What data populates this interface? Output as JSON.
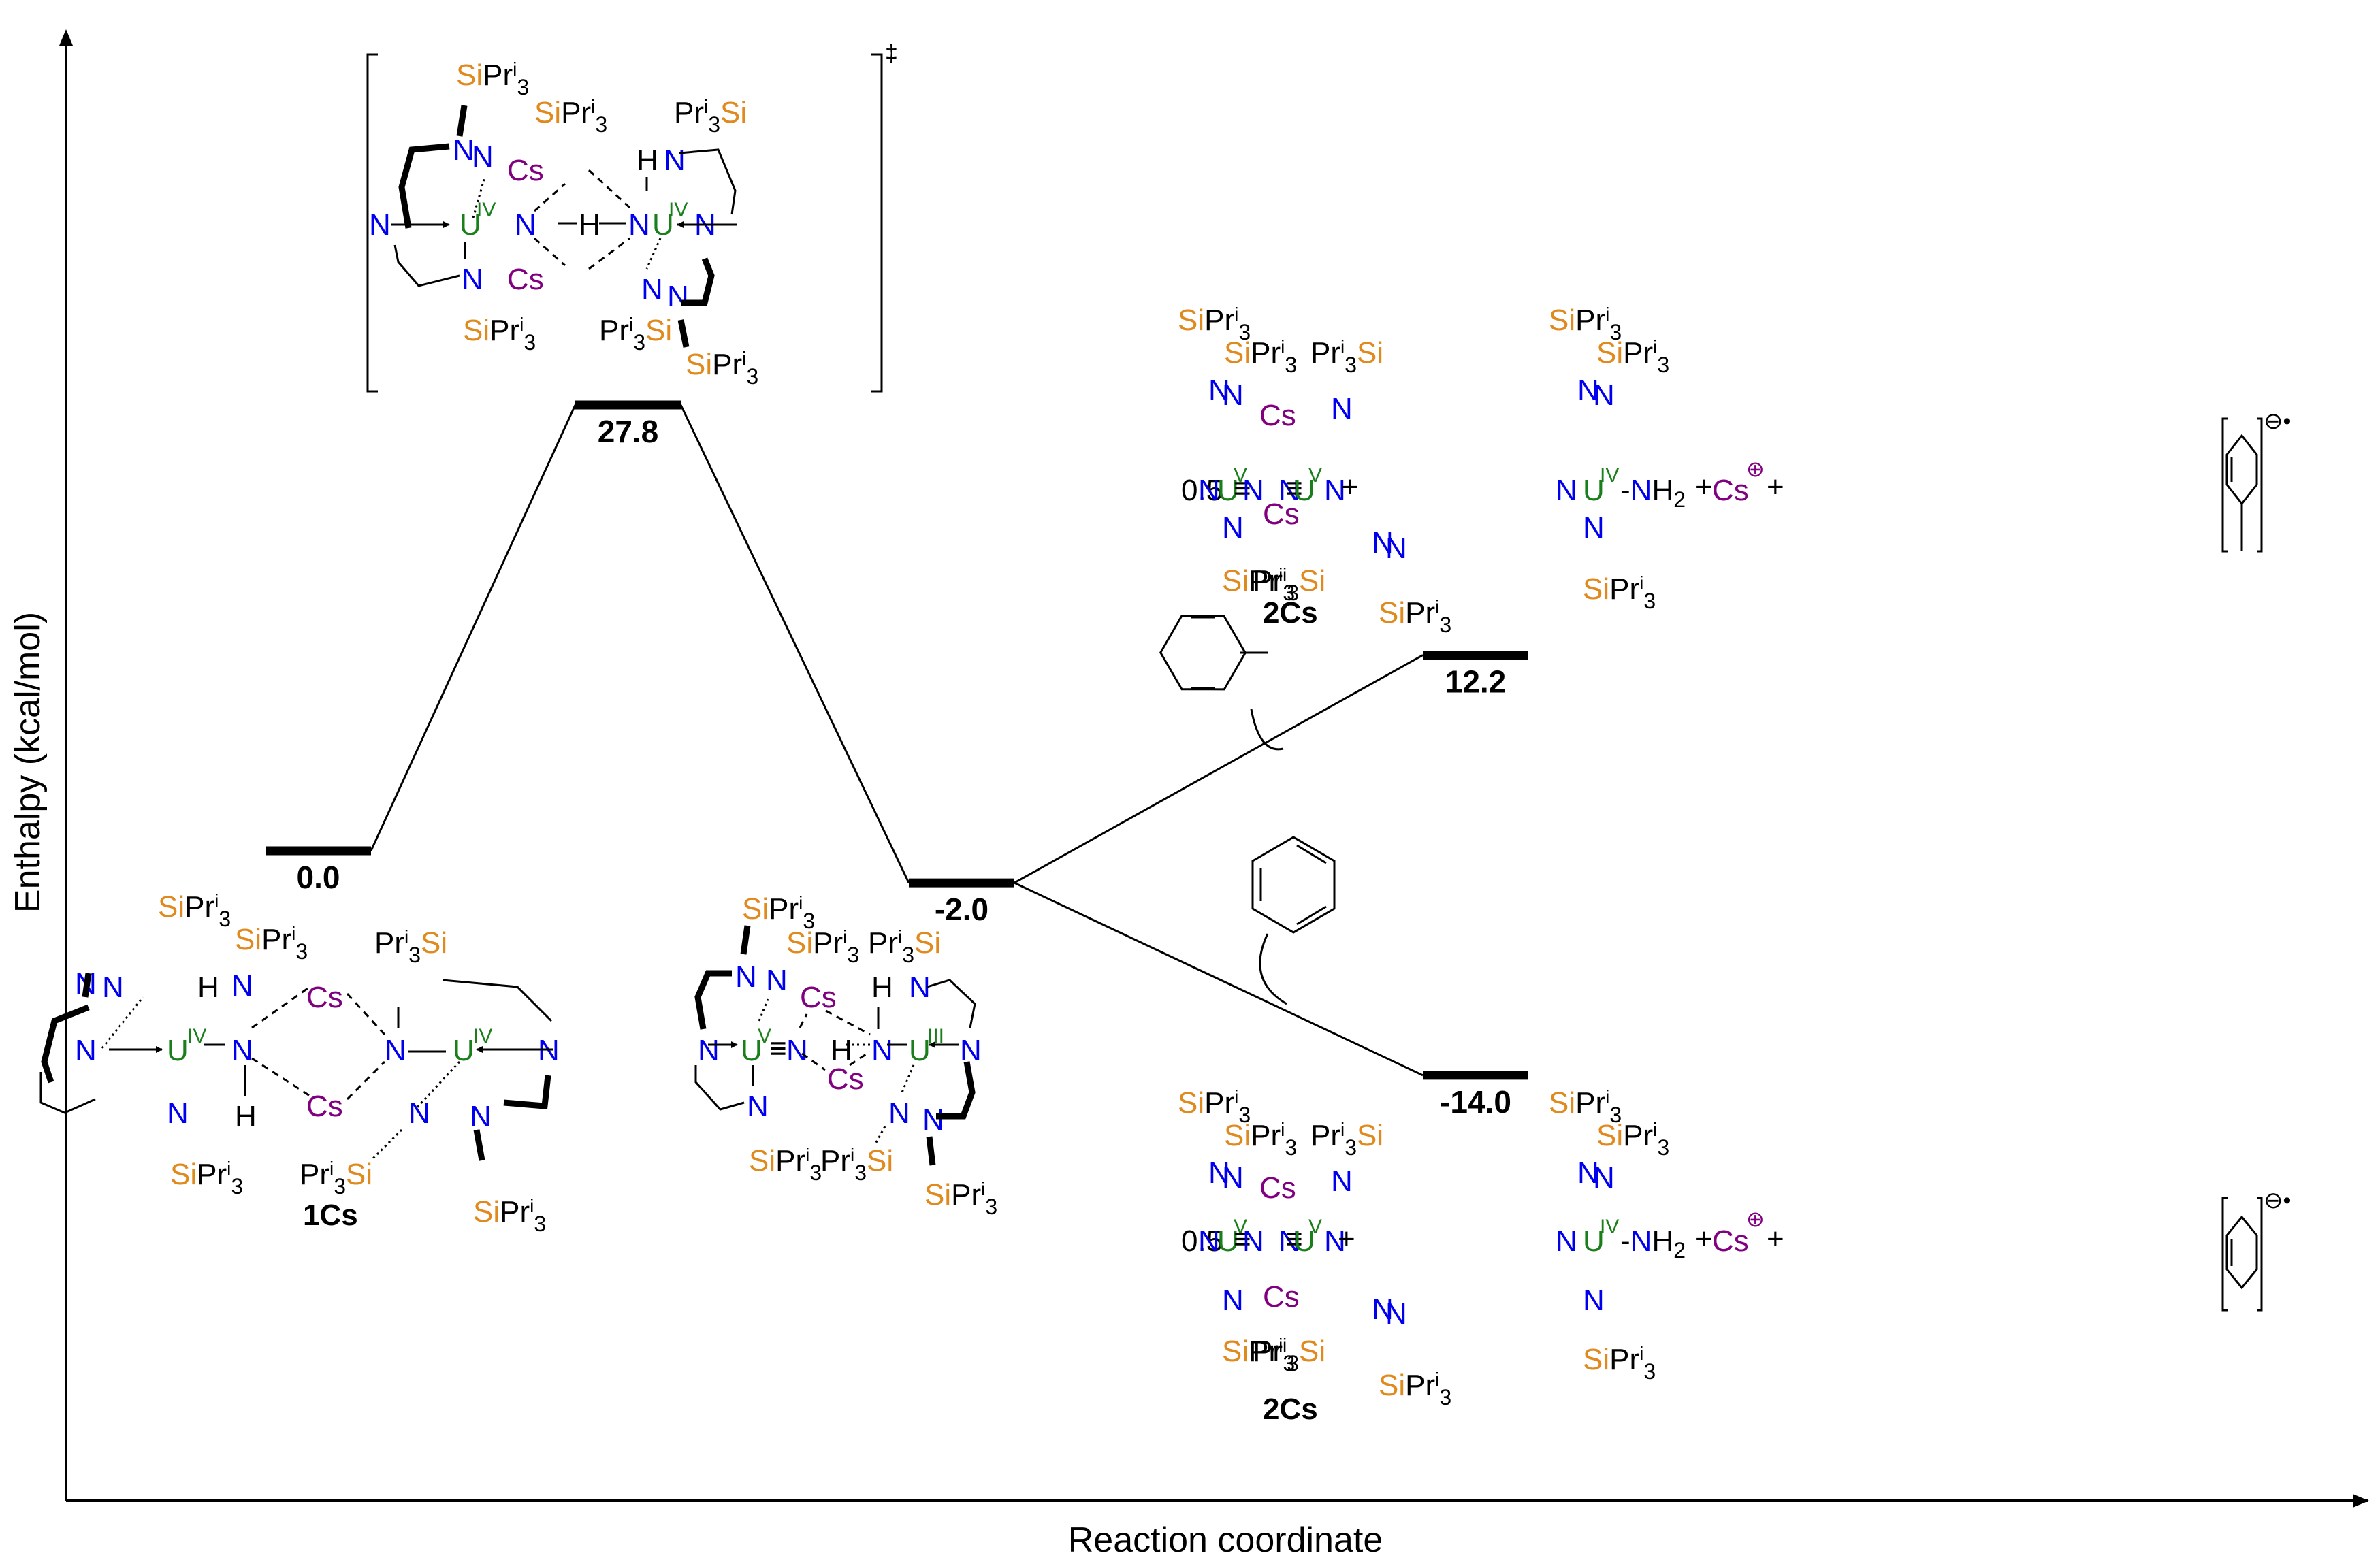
{
  "chart_data": {
    "type": "energy_profile",
    "title": "",
    "xlabel": "Reaction coordinate",
    "ylabel": "Enthalpy (kcal/mol)",
    "units": "kcal/mol",
    "levels": [
      {
        "id": "start",
        "value": 0.0,
        "label": "0.0",
        "position": 1,
        "species": "1Cs"
      },
      {
        "id": "ts",
        "value": 27.8,
        "label": "27.8",
        "position": 2,
        "species": "transition state",
        "transition_state": true
      },
      {
        "id": "intermediate",
        "value": -2.0,
        "label": "-2.0",
        "position": 3,
        "species": "U(V)≡N / U(III)-NH intermediate"
      },
      {
        "id": "toluene-product",
        "value": 12.2,
        "label": "12.2",
        "position": 4,
        "species": "0.5 2Cs + U(IV)-NH2 + Cs+ + [toluene]•−",
        "substrate": "toluene"
      },
      {
        "id": "benzene-product",
        "value": -14.0,
        "label": "-14.0",
        "position": 4,
        "species": "0.5 2Cs + U(IV)-NH2 + Cs+ + [benzene]•−",
        "substrate": "benzene"
      }
    ],
    "connections": [
      [
        "start",
        "ts"
      ],
      [
        "ts",
        "intermediate"
      ],
      [
        "intermediate",
        "toluene-product"
      ],
      [
        "intermediate",
        "benzene-product"
      ]
    ],
    "ylim": [
      -14.0,
      27.8
    ]
  },
  "axes": {
    "x_title": "Reaction coordinate",
    "y_title": "Enthalpy (kcal/mol)"
  },
  "text": {
    "SiPr": "SiPr",
    "Si": "Si",
    "Pr": "Pr",
    "i": "i",
    "three": "3",
    "two": "2",
    "N": "N",
    "U": "U",
    "H": "H",
    "Cs": "Cs",
    "NH": "NH",
    "plus": "+",
    "half": "0.5",
    "dagger": "‡",
    "minus_radical": "⊖•",
    "oplus": "⊕",
    "ox_IV": "IV",
    "ox_V": "V",
    "ox_III": "III",
    "triple": "≡",
    "label_1Cs": "1Cs",
    "label_2Cs": "2Cs"
  },
  "compounds": {
    "start": {
      "label": "1Cs",
      "left_U": "IV",
      "right_U": "IV"
    },
    "ts": {
      "left_U": "IV",
      "right_U": "IV",
      "superscript": "‡"
    },
    "intermediate": {
      "left_U": "V",
      "right_U": "III"
    },
    "product_top": {
      "coefficient": "0.5",
      "label": "2Cs",
      "U_dimer": "V",
      "amide_U": "IV",
      "cation": "Cs",
      "radical_anion": "toluene"
    },
    "product_bottom": {
      "coefficient": "0.5",
      "label": "2Cs",
      "U_dimer": "V",
      "amide_U": "IV",
      "cation": "Cs",
      "radical_anion": "benzene"
    }
  },
  "substrates": {
    "upper_arrow": "toluene",
    "lower_arrow": "benzene"
  }
}
